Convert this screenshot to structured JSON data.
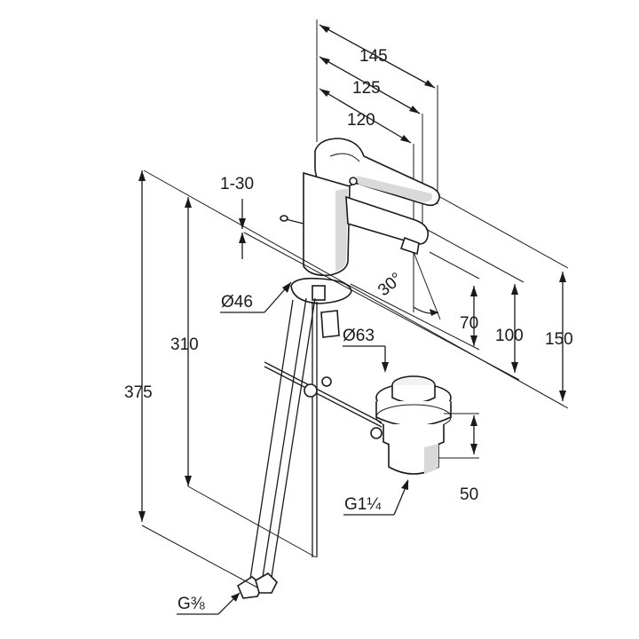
{
  "drawing": {
    "colors": {
      "line": "#1a1a1a",
      "background": "#ffffff",
      "shade": "#d9d9d9"
    },
    "dimensions": {
      "d145": "145",
      "d125": "125",
      "d120": "120",
      "d1_30": "1-30",
      "d46": "Ø46",
      "d30deg": "30°",
      "d70": "70",
      "d100": "100",
      "d150": "150",
      "d310": "310",
      "d375": "375",
      "d63": "Ø63",
      "d50": "50",
      "dG114": "G1¼",
      "dG38": "G⅜"
    }
  }
}
